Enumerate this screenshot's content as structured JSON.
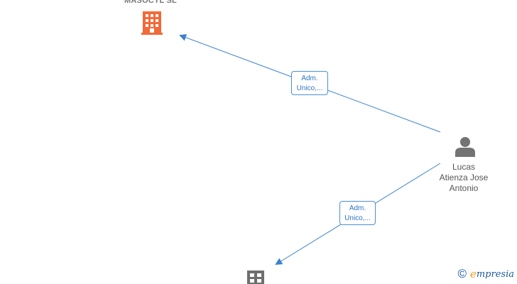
{
  "colors": {
    "edge": "#3a82d0",
    "company_primary": "#f26a3a",
    "company_secondary": "#6e6e6e",
    "person": "#737373"
  },
  "nodes": {
    "company_top": {
      "name": "MASOCYL SL",
      "icon": "building-icon"
    },
    "person": {
      "line1": "Lucas",
      "line2": "Atienza Jose",
      "line3": "Antonio",
      "icon": "person-icon"
    },
    "company_bottom": {
      "icon": "building-icon"
    }
  },
  "edges": [
    {
      "from": "person",
      "to": "company_top",
      "label_line1": "Adm.",
      "label_line2": "Unico,..."
    },
    {
      "from": "person",
      "to": "company_bottom",
      "label_line1": "Adm.",
      "label_line2": "Unico,..."
    }
  ],
  "watermark": {
    "symbol": "©",
    "brand_initial": "e",
    "brand_rest": "mpresia"
  }
}
